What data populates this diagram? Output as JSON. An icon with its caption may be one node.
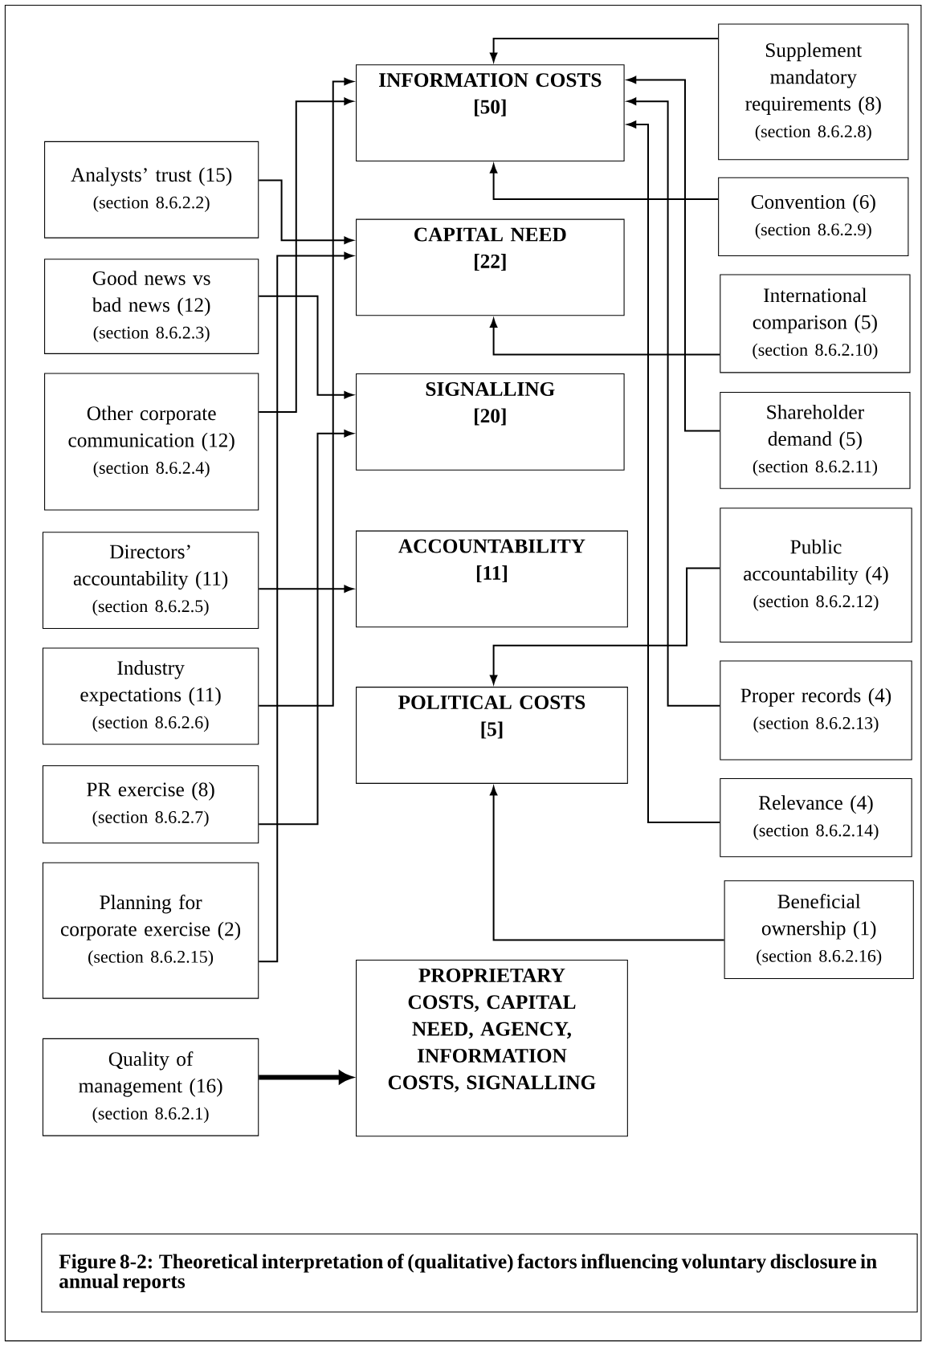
{
  "diagram": {
    "caption": "Figure 8-2: Theoretical interpretation of (qualitative) factors influencing voluntary disclosure in annual reports",
    "nodes": [
      {
        "text": [
          "INFORMATION COSTS",
          "[50]"
        ]
      },
      {
        "text": [
          "CAPITAL NEED",
          "[22]"
        ]
      },
      {
        "text": [
          "SIGNALLING",
          "[20]"
        ]
      },
      {
        "text": [
          "ACCOUNTABILITY",
          "[11]"
        ]
      },
      {
        "text": [
          "POLITICAL COSTS",
          "[5]"
        ]
      },
      {
        "text": [
          "PROPRIETARY COSTS, CAPITAL NEED, AGENCY, INFORMATION COSTS, SIGNALLING"
        ]
      },
      {
        "text": [
          "Analysts’ trust (15)",
          "(section 8.6.2.2)"
        ]
      },
      {
        "text": [
          "Good news vs bad news (12)",
          "(section 8.6.2.3)"
        ]
      },
      {
        "text": [
          "Other corporate communication (12)",
          "(section 8.6.2.4)"
        ]
      },
      {
        "text": [
          "Directors’ accountability (11)",
          "(section 8.6.2.5)"
        ]
      },
      {
        "text": [
          "Industry expectations (11)",
          "(section 8.6.2.6)"
        ]
      },
      {
        "text": [
          "PR exercise (8)",
          "(section 8.6.2.7)"
        ]
      },
      {
        "text": [
          "Planning for corporate exercise (2)",
          "(section 8.6.2.15)"
        ]
      },
      {
        "text": [
          "Quality of management (16)",
          "(section 8.6.2.1)"
        ]
      },
      {
        "text": [
          "Supplement mandatory requirements (8)",
          "(section 8.6.2.8)"
        ]
      },
      {
        "text": [
          "Convention (6)",
          "(section 8.6.2.9)"
        ]
      },
      {
        "text": [
          "International comparison (5)",
          "(section 8.6.2.10)"
        ]
      },
      {
        "text": [
          "Shareholder demand (5)",
          "(section 8.6.2.11)"
        ]
      },
      {
        "text": [
          "Public accountability (4)",
          "(section 8.6.2.12)"
        ]
      },
      {
        "text": [
          "Proper records (4)",
          "(section 8.6.2.13)"
        ]
      },
      {
        "text": [
          "Relevance (4)",
          "(section 8.6.2.14)"
        ]
      },
      {
        "text": [
          "Beneficial ownership (1)",
          "(section 8.6.2.16)"
        ]
      }
    ],
    "edges": [
      {
        "from": 6,
        "to": 1,
        "arrow": "to"
      },
      {
        "from": 7,
        "to": 2,
        "arrow": "to"
      },
      {
        "from": 8,
        "to": 0,
        "arrow": "to"
      },
      {
        "from": 9,
        "to": 3,
        "arrow": "to"
      },
      {
        "from": 10,
        "to": 0,
        "arrow": "to"
      },
      {
        "from": 11,
        "to": 2,
        "arrow": "to"
      },
      {
        "from": 12,
        "to": 1,
        "arrow": "to"
      },
      {
        "from": 13,
        "to": 5,
        "arrow": "to",
        "style": "thick"
      },
      {
        "from": 14,
        "to": 0,
        "arrow": "to"
      },
      {
        "from": 15,
        "to": 0,
        "arrow": "to"
      },
      {
        "from": 16,
        "to": 1,
        "arrow": "to"
      },
      {
        "from": 17,
        "to": 0,
        "arrow": "to"
      },
      {
        "from": 18,
        "to": 4,
        "arrow": "to"
      },
      {
        "from": 19,
        "to": 0,
        "arrow": "to"
      },
      {
        "from": 20,
        "to": 0,
        "arrow": "to"
      },
      {
        "from": 21,
        "to": 4,
        "arrow": "to"
      }
    ]
  }
}
